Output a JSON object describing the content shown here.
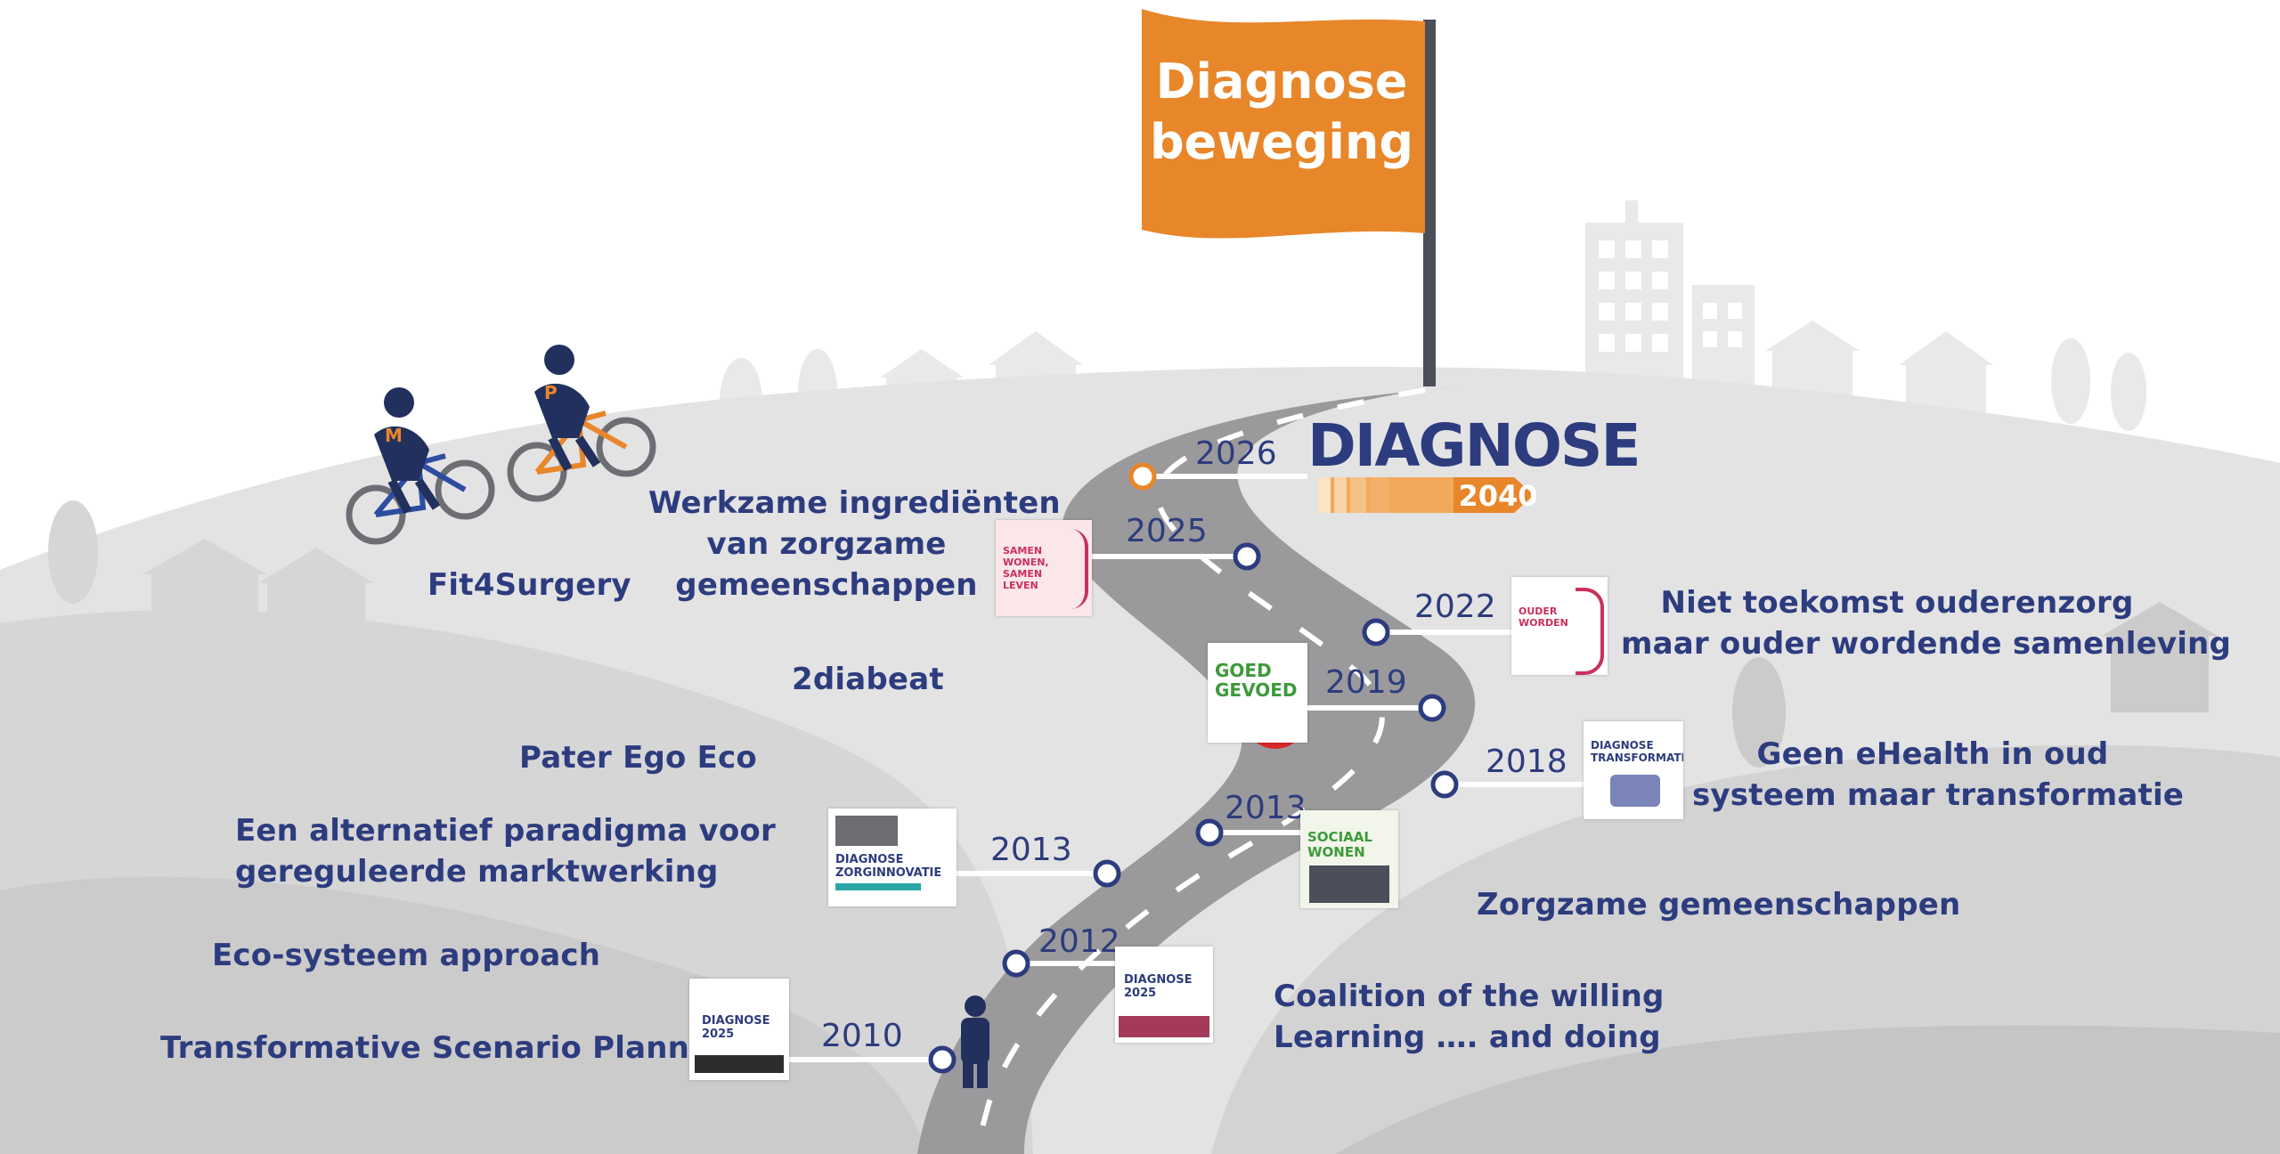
{
  "flag": {
    "title_line1": "Diagnose",
    "title_line2": "beweging"
  },
  "logo": {
    "word": "DIAGNOSE",
    "year": "2040"
  },
  "years": [
    "2026",
    "2025",
    "2022",
    "2019",
    "2018",
    "2013",
    "2013",
    "2012",
    "2010"
  ],
  "left_labels": {
    "fit4surgery": "Fit4Surgery",
    "werkzame_line1": "Werkzame ingrediënten",
    "werkzame_line2": "van zorgzame",
    "werkzame_line3": "gemeenschappen",
    "twodiabeat": "2diabeat",
    "pater": "Pater Ego Eco",
    "alternatief_line1": "Een alternatief paradigma voor",
    "alternatief_line2": "gereguleerde marktwerking",
    "eco": "Eco-systeem approach",
    "transformative": "Transformative Scenario Planning"
  },
  "right_labels": {
    "niet_line1": "Niet toekomst ouderenzorg",
    "niet_line2": "maar ouder wordende samenleving",
    "geen_line1": "Geen eHealth in oud",
    "geen_line2": "systeem maar transformatie",
    "zorgzame": "Zorgzame gemeenschappen",
    "coalition_line1": "Coalition of the willing",
    "coalition_line2": "Learning …. and doing"
  },
  "books": {
    "samen": "SAMEN WONEN, SAMEN LEVEN",
    "ouder": "OUDER WORDEN",
    "goed": "GOED GEVOED",
    "transformatie": "DIAGNOSE TRANSFORMATIE",
    "sociaal": "SOCIAAL WONEN",
    "zorginnovatie": "DIAGNOSE ZORGINNOVATIE",
    "d2025a": "DIAGNOSE 2025",
    "d2025b": "DIAGNOSE 2025"
  },
  "badges": {
    "cyclist1": "M",
    "cyclist2": "P"
  },
  "colors": {
    "navy": "#2d3c7e",
    "orange": "#e8862a",
    "road": "#9a9a9c",
    "hill_light": "#dcdcdc",
    "hill_mid": "#cdcdcd",
    "pole": "#4a4f5a"
  }
}
